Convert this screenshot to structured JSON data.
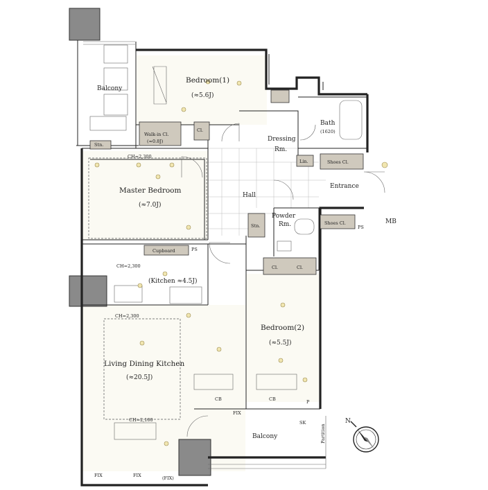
{
  "rooms": {
    "bedroom1": {
      "name": "Bedroom(1)",
      "size": "(≈5.6J)"
    },
    "master_bedroom": {
      "name": "Master Bedroom",
      "size": "(≈7.0J)"
    },
    "kitchen": {
      "name": "(Kitchen ≈4.5J)"
    },
    "ldk": {
      "name": "Living Dining Kitchen",
      "size": "(≈20.5J)"
    },
    "bedroom2": {
      "name": "Bedroom(2)",
      "size": "(≈5.5J)"
    },
    "dressing": {
      "name": "Dressing",
      "sub": "Rm."
    },
    "bath": {
      "name": "Bath",
      "size": "(1620)"
    },
    "hall": {
      "name": "Hall"
    },
    "entrance": {
      "name": "Entrance"
    },
    "powder": {
      "name": "Powder",
      "sub": "Rm."
    },
    "balcony_top": {
      "name": "Balcony"
    },
    "balcony_bottom": {
      "name": "Balcony"
    },
    "walkin": {
      "name": "Walk-in Cl.",
      "size": "(≈0.8J)"
    }
  },
  "storage": {
    "cl": "Cl.",
    "stn": "Stn.",
    "lin": "Lin.",
    "shoes_cl": "Shoes Cl.",
    "cupboard": "Cupboard",
    "mb": "MB",
    "ps": "PS",
    "sk": "SK",
    "p": "P",
    "cb": "CB",
    "fix": "FIX",
    "fix_paren": "(FIX)",
    "partition": "Partition"
  },
  "ceiling": {
    "ch2300": "CH=2,300",
    "ch2100": "CH=2,100"
  },
  "compass": {
    "north": "N"
  }
}
